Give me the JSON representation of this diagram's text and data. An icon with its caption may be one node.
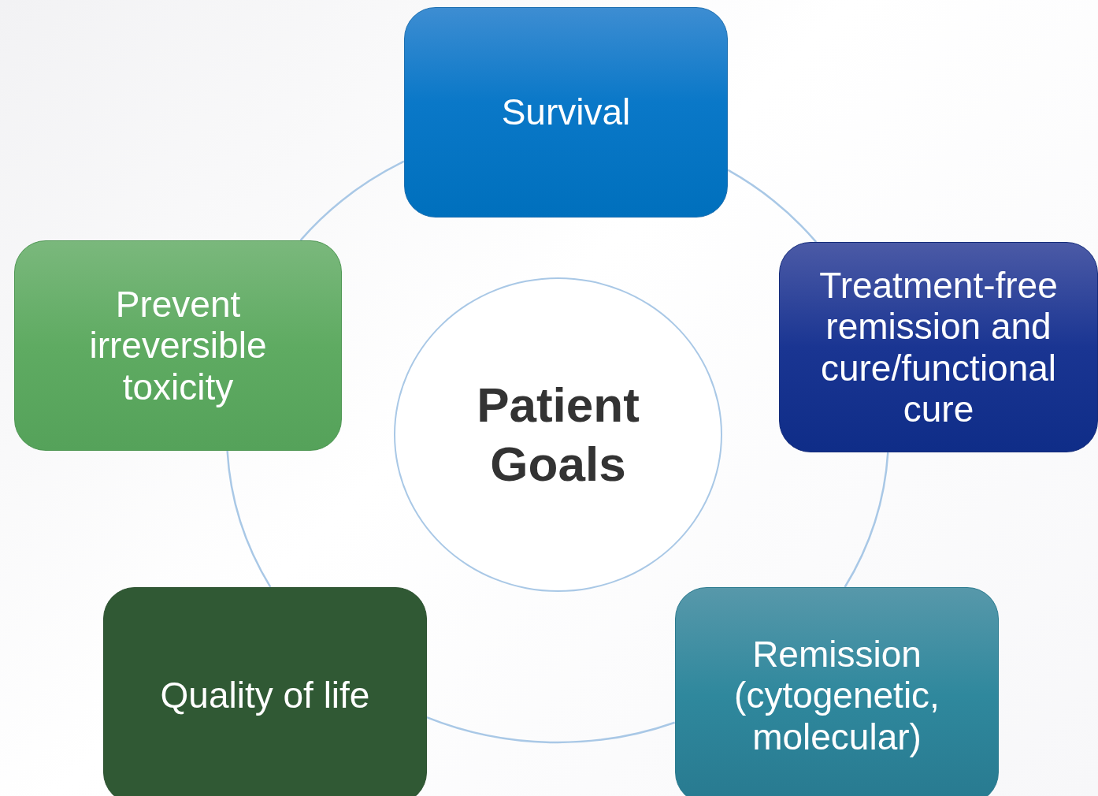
{
  "diagram": {
    "nodes": [
      {
        "text": [
          "Survival"
        ]
      },
      {
        "text": [
          "Prevent irreversible toxicity"
        ]
      },
      {
        "text": [
          "Treatment-free remission and cure/functional cure"
        ]
      },
      {
        "text": [
          "Patient Goals"
        ]
      },
      {
        "text": [
          "Quality of life"
        ]
      },
      {
        "text": [
          "Remission (cytogenetic, molecular)"
        ]
      }
    ],
    "edges": [
      {
        "from": 0,
        "to": 2,
        "arrow": "none"
      },
      {
        "from": 2,
        "to": 5,
        "arrow": "none"
      },
      {
        "from": 5,
        "to": 4,
        "arrow": "none"
      },
      {
        "from": 4,
        "to": 1,
        "arrow": "none"
      },
      {
        "from": 1,
        "to": 0,
        "arrow": "none"
      }
    ]
  }
}
